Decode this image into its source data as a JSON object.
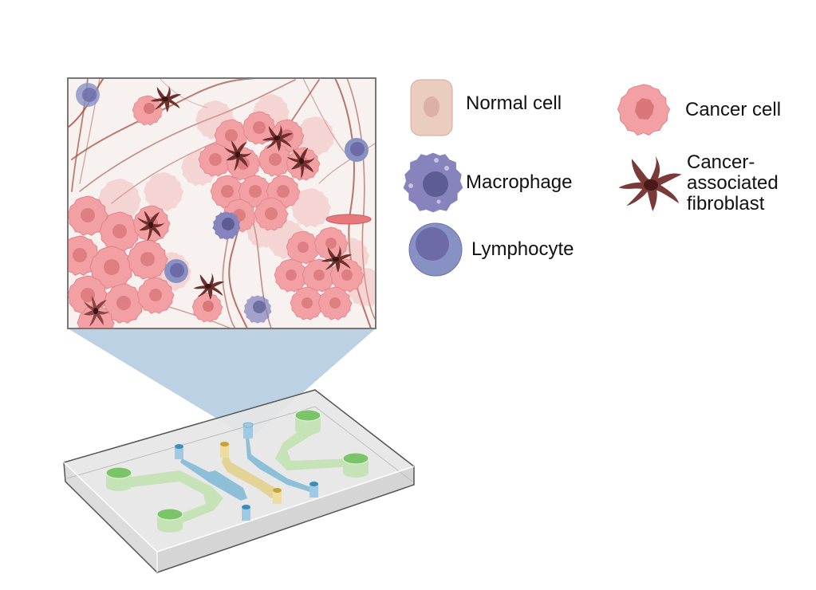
{
  "figure": {
    "title": "",
    "zoom_panel": {
      "name": "tumor-microenvironment"
    },
    "device": {
      "name": "microfluidic-chip"
    }
  },
  "legend": {
    "items": [
      {
        "key": "normal_cell",
        "label": "Normal cell",
        "icon": "normal-cell-icon",
        "color": "#ebcdbf"
      },
      {
        "key": "macrophage",
        "label": "Macrophage",
        "icon": "macrophage-icon",
        "color": "#8784bd"
      },
      {
        "key": "lymphocyte",
        "label": "Lymphocyte",
        "icon": "lymphocyte-icon",
        "color": "#8791c4"
      },
      {
        "key": "cancer_cell",
        "label": "Cancer cell",
        "icon": "cancer-cell-icon",
        "color": "#f2a0a3"
      },
      {
        "key": "caf",
        "label": "Cancer-\nassociated\nfibroblast",
        "icon": "fibroblast-icon",
        "color": "#7a3a38"
      }
    ]
  },
  "colors": {
    "panel_bg": "#f7f1ef",
    "panel_border": "#777777",
    "fiber": "#a24a3c",
    "cancer": "#f2a0a3",
    "cancer_nucleus": "#d9767a",
    "caf": "#6e2f2d",
    "caf_nucleus": "#3b1414",
    "lymph": "#8791c4",
    "lymph_nucleus": "#6c6ba8",
    "macro": "#8784bd",
    "macro_nucleus": "#5e5d93",
    "zoom_cone": "#b8cfe2",
    "chip_top": "#e3e3e3",
    "chip_side": "#d8d8d8",
    "chip_edge": "#555555",
    "channel_green": "#c6e3b8",
    "well_green": "#7cc469",
    "channel_blue": "#8dbfd8",
    "channel_yellow": "#e3d394",
    "port_blue": "#9ecbe3",
    "port_yellow": "#efdca0"
  }
}
